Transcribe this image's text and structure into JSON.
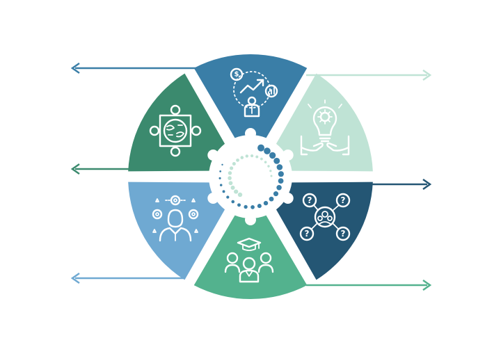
{
  "colors": {
    "background": "#ffffff",
    "segment_top": "#3A7EA7",
    "segment_top_right": "#BFE3D5",
    "segment_bottom_right": "#245674",
    "segment_bottom": "#53B28E",
    "segment_bottom_left": "#6FA9D2",
    "segment_top_left": "#3B8A6E",
    "center_dots_dark": "#3A7EA7",
    "center_dots_light": "#BFE3D5"
  },
  "segments": [
    {
      "id": "top",
      "icon": "financial-growth-person-icon",
      "arrow_direction": "left"
    },
    {
      "id": "top-right",
      "icon": "lightbulb-gear-hands-icon",
      "arrow_direction": "right"
    },
    {
      "id": "bottom-right",
      "icon": "people-network-questions-icon",
      "arrow_direction": "right"
    },
    {
      "id": "bottom",
      "icon": "graduates-group-icon",
      "arrow_direction": "right"
    },
    {
      "id": "bottom-left",
      "icon": "person-gears-stars-icon",
      "arrow_direction": "left"
    },
    {
      "id": "top-left",
      "icon": "globe-network-icon",
      "arrow_direction": "left"
    }
  ],
  "icon_glyphs": {
    "dollar": "$",
    "question": "?"
  }
}
